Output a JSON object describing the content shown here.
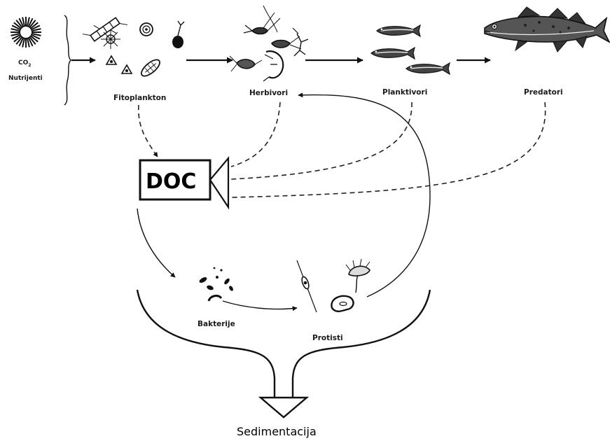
{
  "colors": {
    "ink": "#111111",
    "background": "#ffffff"
  },
  "inputs": {
    "co2": "CO",
    "co2_subscript": "2",
    "nutrients": "Nutrijenti",
    "sun_icon": "sun-icon"
  },
  "nodes": {
    "phytoplankton": "Fitoplankton",
    "herbivores": "Herbivori",
    "planktivores": "Planktivori",
    "predators": "Predatori",
    "doc": "DOC",
    "bacteria": "Bakterije",
    "protists": "Protisti",
    "sedimentation": "Sedimentacija"
  },
  "icons": {
    "phytoplankton": "phytoplankton-cells-icon",
    "herbivores": "zooplankton-icon",
    "planktivores": "small-fish-icon",
    "predators": "large-fish-icon",
    "bacteria": "bacteria-icon",
    "protists": "protist-icon"
  }
}
